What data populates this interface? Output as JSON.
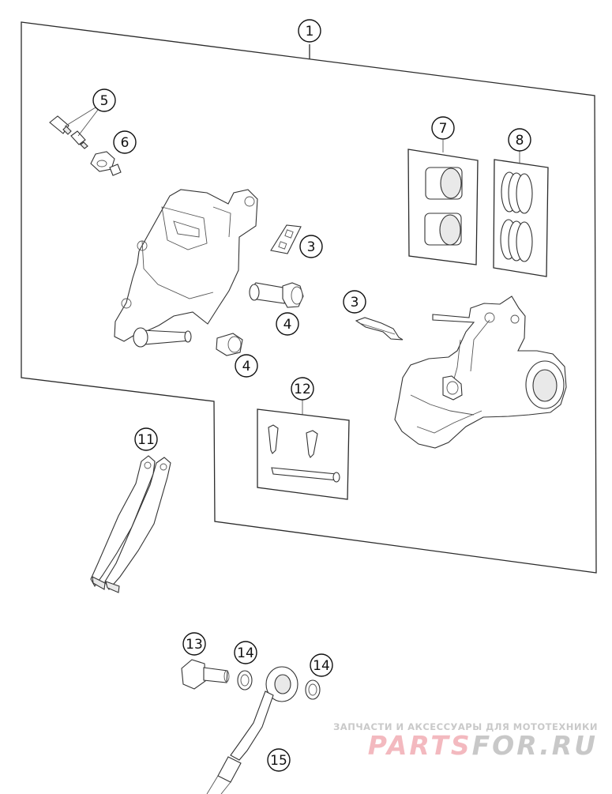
{
  "callouts": [
    "1",
    "5",
    "6",
    "7",
    "8",
    "3",
    "3",
    "4",
    "4",
    "12",
    "11",
    "13",
    "14",
    "14",
    "15"
  ],
  "watermark": {
    "tagline": "ЗАПЧАСТИ И АКСЕССУАРЫ ДЛЯ МОТОТЕХНИКИ",
    "brand_a": "PARTS",
    "brand_b": "FOR.RU"
  }
}
